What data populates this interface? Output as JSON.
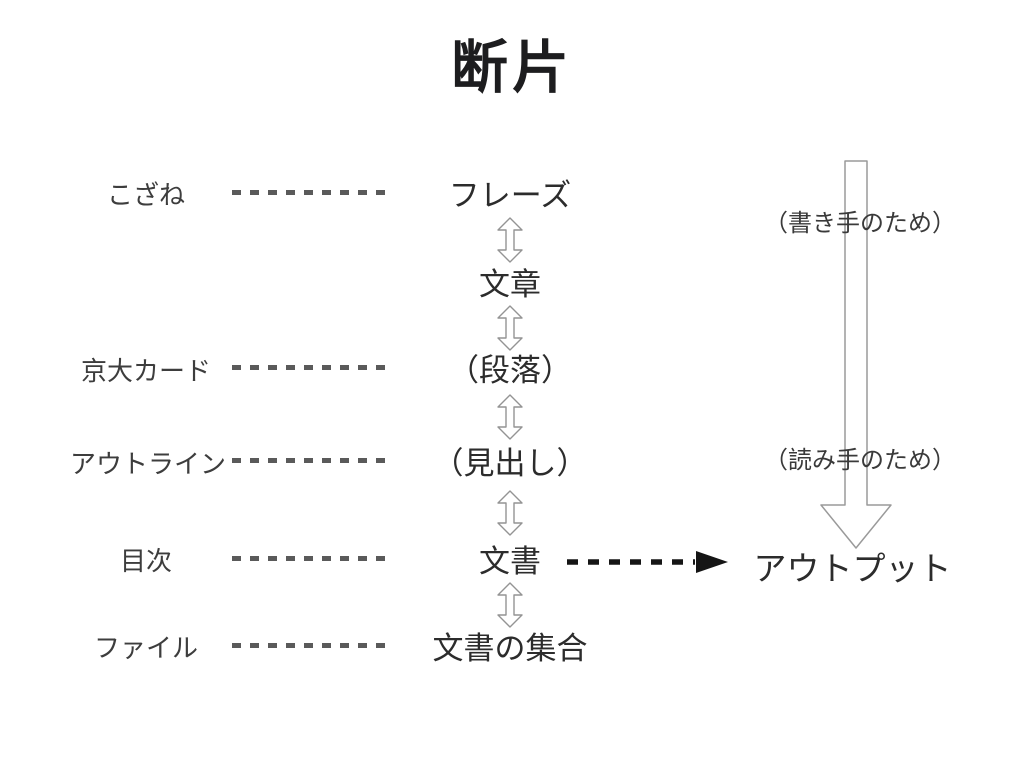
{
  "title": "断片",
  "left_labels": [
    "こざね",
    "京大カード",
    "アウトライン",
    "目次",
    "ファイル"
  ],
  "chain": [
    "フレーズ",
    "文章",
    "（段落）",
    "（見出し）",
    "文書",
    "文書の集合"
  ],
  "annotations": {
    "writer": "（書き手のため）",
    "reader": "（読み手のため）"
  },
  "output": "アウトプット",
  "colors": {
    "text": "#2c2c2c",
    "label_text": "#3d3d3d",
    "dash": "#5a5a5a",
    "arrow_outline": "#949494",
    "solid_arrow": "#151515"
  }
}
